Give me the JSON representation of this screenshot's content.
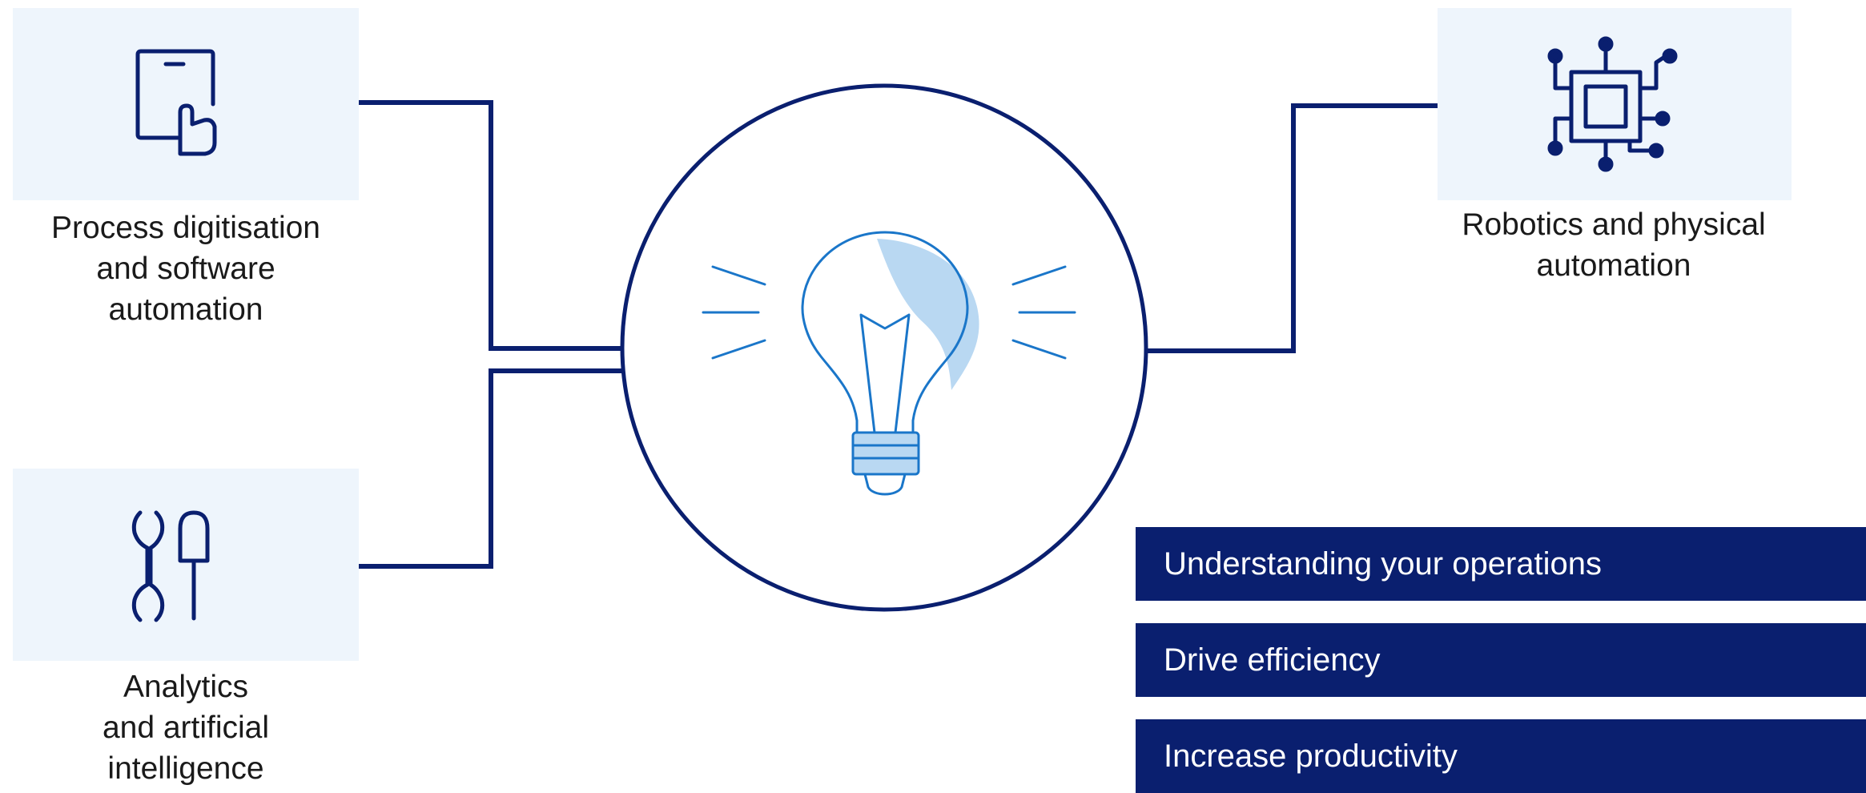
{
  "colors": {
    "navy": "#0a1f6f",
    "icon_box_bg": "#eef5fc",
    "bulb_stroke": "#1a76c9",
    "bulb_fill": "#b9d8f2"
  },
  "capabilities": [
    {
      "label": "Process digitisation\nand software\nautomation",
      "icon": "tablet-touch-icon"
    },
    {
      "label": "Analytics\nand artificial\nintelligence",
      "icon": "tools-icon"
    },
    {
      "label": "Robotics and physical\nautomation",
      "icon": "circuit-chip-icon"
    }
  ],
  "center": {
    "icon": "lightbulb-icon"
  },
  "benefits": [
    "Understanding your operations",
    "Drive efficiency",
    "Increase productivity"
  ]
}
